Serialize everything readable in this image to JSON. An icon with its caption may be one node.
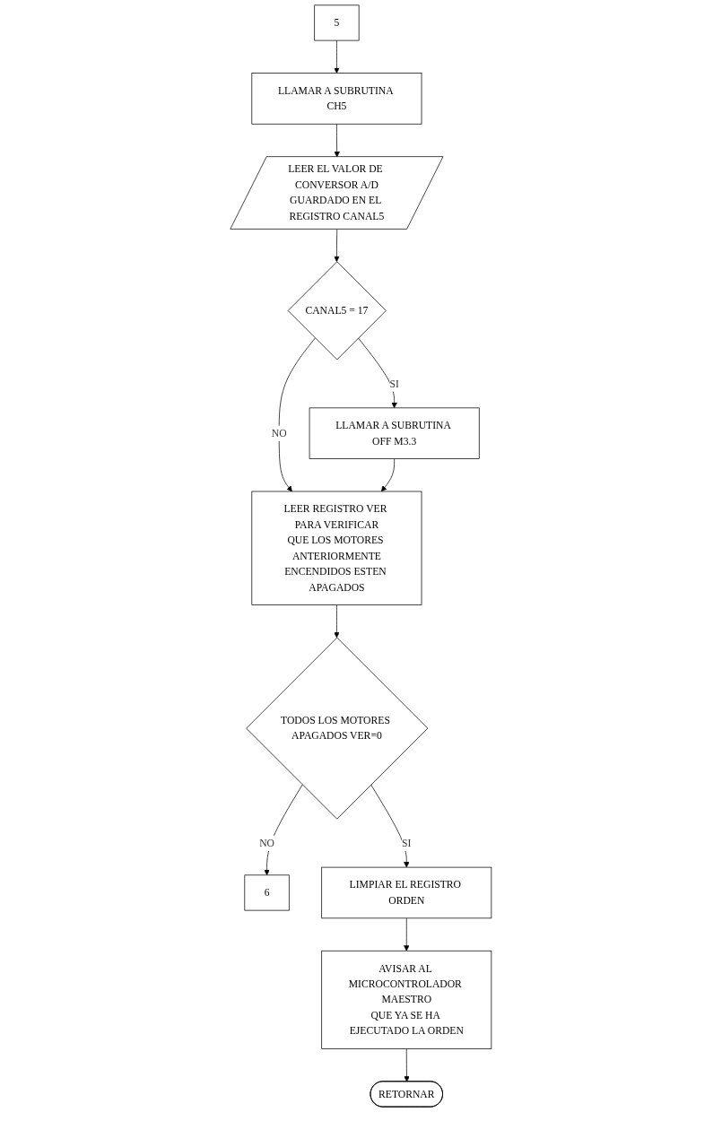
{
  "diagram": {
    "nodes": [
      {
        "text": [
          "5"
        ]
      },
      {
        "text": [
          "LLAMAR A SUBRUTINA CH5"
        ]
      },
      {
        "text": [
          "LEER EL VALOR DE CONVERSOR A/D GUARDADO EN EL REGISTRO CANAL5"
        ]
      },
      {
        "text": [
          "CANAL5 = 17"
        ]
      },
      {
        "text": [
          "LLAMAR A SUBRUTINA OFF M3.3"
        ]
      },
      {
        "text": [
          "LEER REGISTRO VER PARA VERIFICAR QUE LOS MOTORES ANTERIORMENTE ENCENDIDOS ESTEN APAGADOS"
        ]
      },
      {
        "text": [
          "TODOS LOS MOTORES APAGADOS VER=0"
        ]
      },
      {
        "text": [
          "6"
        ]
      },
      {
        "text": [
          "LIMPIAR EL REGISTRO ORDEN"
        ]
      },
      {
        "text": [
          "AVISAR AL MICROCONTROLADOR MAESTRO QUE YA SE HA EJECUTADO LA ORDEN"
        ]
      },
      {
        "text": [
          "RETORNAR"
        ]
      }
    ],
    "edges": [
      {
        "from": 0,
        "to": 1,
        "arrow": "to"
      },
      {
        "from": 1,
        "to": 2,
        "arrow": "to"
      },
      {
        "from": 2,
        "to": 3,
        "arrow": "to"
      },
      {
        "from": 3,
        "to": 4,
        "arrow": "to",
        "label": "SI"
      },
      {
        "from": 3,
        "to": 5,
        "arrow": "to",
        "label": "NO"
      },
      {
        "from": 4,
        "to": 5,
        "arrow": "to"
      },
      {
        "from": 5,
        "to": 6,
        "arrow": "to"
      },
      {
        "from": 6,
        "to": 7,
        "arrow": "to",
        "label": "NO"
      },
      {
        "from": 6,
        "to": 8,
        "arrow": "to",
        "label": "SI"
      },
      {
        "from": 8,
        "to": 9,
        "arrow": "to"
      },
      {
        "from": 9,
        "to": 10,
        "arrow": "to"
      }
    ]
  }
}
